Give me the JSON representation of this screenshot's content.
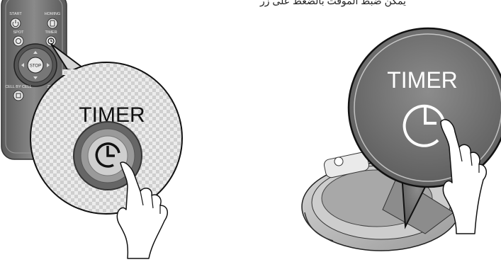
{
  "header_text": "يمكن ضبط الموقت بالضغط على زر",
  "remote": {
    "buttons": {
      "start": "START",
      "homing": "HOMING",
      "spot": "SPOT",
      "timer": "TIMER",
      "stop": "STOP",
      "cell_by_cell": "CELL BY CELL",
      "zigzag": "ZIG Z..."
    }
  },
  "callouts": {
    "remote_zoom": {
      "label": "TIMER"
    },
    "robot_zoom": {
      "label": "TIMER"
    }
  },
  "icons": {
    "timer": "clock-icon",
    "start": "power-icon",
    "homing": "home-icon",
    "spot": "spot-icon",
    "cell_by_cell": "grid-icon",
    "hand": "pointing-hand-icon"
  },
  "colors": {
    "remote_body": "#6b6b6b",
    "zoom_fill": "#d9d9d9",
    "checker": "#c4c4c4",
    "robot_callout": "#7a7a7a",
    "robot_body": "#b9b9b9"
  }
}
